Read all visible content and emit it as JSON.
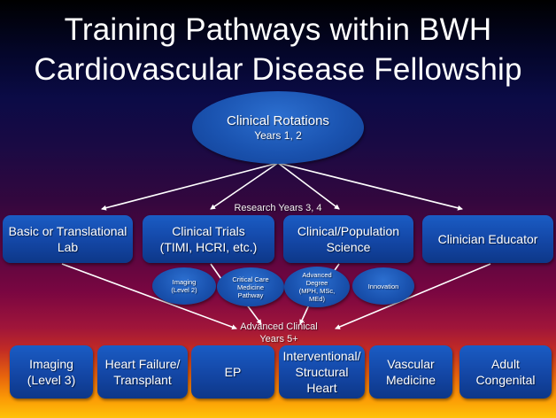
{
  "title": {
    "line1": "Training Pathways within BWH",
    "line2": "Cardiovascular Disease Fellowship"
  },
  "colors": {
    "node_blue": "#1448a8",
    "background_top": "#000000",
    "background_mid": "#7a0641",
    "background_bottom": "#ffc20a",
    "arrow": "#ffffff"
  },
  "top_node": {
    "label": "Clinical Rotations",
    "sublabel": "Years 1, 2"
  },
  "research_label": "Research Years 3, 4",
  "research_nodes": [
    {
      "label": "Basic or Translational\nLab"
    },
    {
      "label": "Clinical Trials\n(TIMI, HCRI, etc.)"
    },
    {
      "label": "Clinical/Population\nScience"
    },
    {
      "label": "Clinician Educator"
    }
  ],
  "sub_nodes": [
    {
      "label": "Imaging\n(Level 2)"
    },
    {
      "label": "Critical Care\nMedicine\nPathway"
    },
    {
      "label": "Advanced\nDegree\n(MPH, MSc,\nMEd)"
    },
    {
      "label": "Innovation"
    }
  ],
  "advanced_label": {
    "line1": "Advanced Clinical",
    "line2": "Years 5+"
  },
  "advanced_nodes": [
    {
      "label": "Imaging\n(Level 3)"
    },
    {
      "label": "Heart Failure/\nTransplant"
    },
    {
      "label": "EP"
    },
    {
      "label": "Interventional/\nStructural\nHeart"
    },
    {
      "label": "Vascular\nMedicine"
    },
    {
      "label": "Adult\nCongenital"
    }
  ]
}
